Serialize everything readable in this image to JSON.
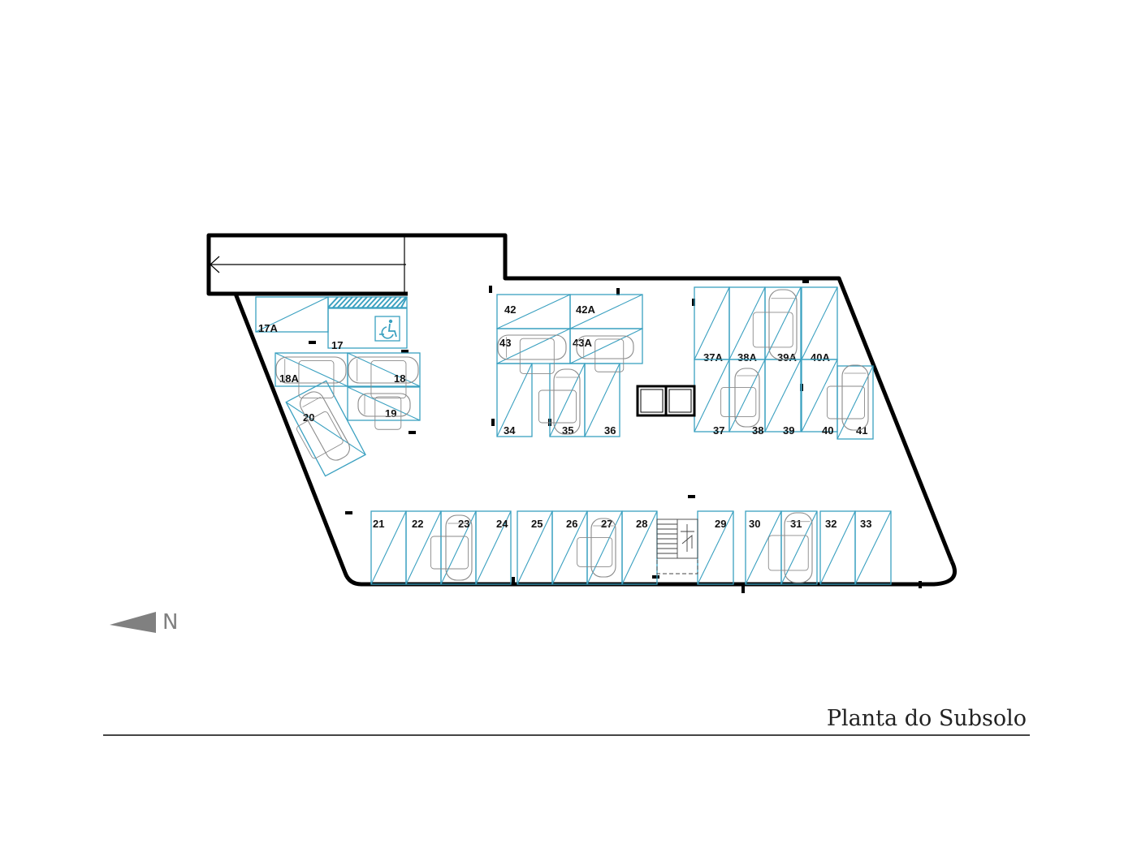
{
  "title": "Planta do Subsolo",
  "north_label": "N",
  "colors": {
    "wall": "#000000",
    "parking_line": "#3aa0c0",
    "car_outline": "#8a8a8a",
    "north_arrow": "#808080",
    "title_rule": "#444444"
  },
  "icons": [
    "accessibility-icon",
    "north-arrow-icon",
    "car-icon",
    "elevator-icon",
    "stairs-icon",
    "ramp-arrow-icon"
  ],
  "parking_spaces": [
    {
      "label": "17A"
    },
    {
      "label": "17"
    },
    {
      "label": "18A"
    },
    {
      "label": "18"
    },
    {
      "label": "19"
    },
    {
      "label": "20"
    },
    {
      "label": "42"
    },
    {
      "label": "42A"
    },
    {
      "label": "43"
    },
    {
      "label": "43A"
    },
    {
      "label": "34"
    },
    {
      "label": "35"
    },
    {
      "label": "36"
    },
    {
      "label": "37A"
    },
    {
      "label": "38A"
    },
    {
      "label": "39A"
    },
    {
      "label": "40A"
    },
    {
      "label": "37"
    },
    {
      "label": "38"
    },
    {
      "label": "39"
    },
    {
      "label": "40"
    },
    {
      "label": "41"
    },
    {
      "label": "21"
    },
    {
      "label": "22"
    },
    {
      "label": "23"
    },
    {
      "label": "24"
    },
    {
      "label": "25"
    },
    {
      "label": "26"
    },
    {
      "label": "27"
    },
    {
      "label": "28"
    },
    {
      "label": "29"
    },
    {
      "label": "30"
    },
    {
      "label": "31"
    },
    {
      "label": "32"
    },
    {
      "label": "33"
    }
  ]
}
